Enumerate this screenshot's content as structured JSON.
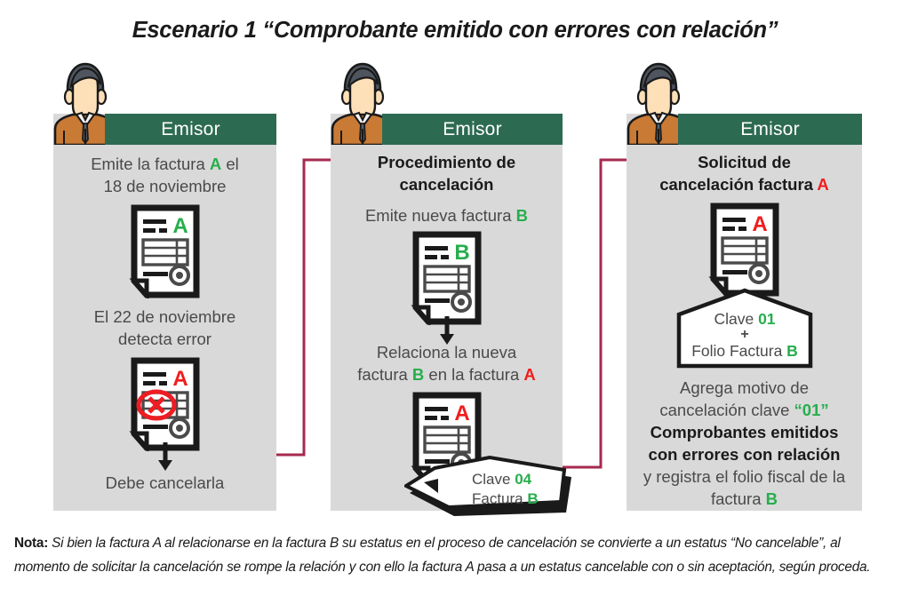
{
  "title": "Escenario 1 “Comprobante emitido con errores con relación”",
  "accent_colors": {
    "header_green": "#2d6a52",
    "column_bg": "#d9d9d9",
    "connector_crimson": "#a62a4f",
    "invoice_green": "#27ae4d",
    "invoice_red": "#f11c1c",
    "page_bg": "#ffffff"
  },
  "columns": [
    {
      "header": "Emisor",
      "avatar": "person-avatar-icon",
      "line1_pre": "Emite la factura ",
      "line1_mark": "A",
      "line1_post": " el",
      "line2": "18 de noviembre",
      "doc1": {
        "letter": "A",
        "letter_color": "green",
        "state": "normal"
      },
      "line3": "El 22 de noviembre",
      "line4": "detecta error",
      "doc2": {
        "letter": "A",
        "letter_color": "red",
        "state": "error"
      },
      "line5": "Debe cancelarla"
    },
    {
      "header": "Emisor",
      "avatar": "person-avatar-icon",
      "title1": "Procedimiento de",
      "title2": "cancelación",
      "line1_pre": "Emite nueva factura ",
      "line1_mark": "B",
      "doc1": {
        "letter": "B",
        "letter_color": "green",
        "state": "normal"
      },
      "line2": "Relaciona la nueva",
      "line3_pre": "factura ",
      "line3_mark": "B",
      "line3_mid": " en la factura ",
      "line3_mark2": "A",
      "doc2": {
        "letter": "A",
        "letter_color": "red",
        "state": "normal"
      },
      "tag": {
        "row1_label": "Clave ",
        "row1_value": "04",
        "row2_label": "Factura ",
        "row2_value": "B"
      }
    },
    {
      "header": "Emisor",
      "avatar": "person-avatar-icon",
      "title1": "Solicitud de",
      "title2_pre": "cancelación factura ",
      "title2_mark": "A",
      "doc1": {
        "letter": "A",
        "letter_color": "red",
        "state": "normal"
      },
      "pentagon": {
        "row1_label": "Clave ",
        "row1_value": "01",
        "plus": "+",
        "row3_label": "Folio Factura ",
        "row3_value": "B"
      },
      "line1": "Agrega motivo de",
      "line2_pre": "cancelación clave ",
      "line2_mark": "“01”",
      "bold1": "Comprobantes emitidos",
      "bold2": "con errores con relación",
      "line3": "y registra el folio fiscal de la",
      "line4_pre": "factura ",
      "line4_mark": "B"
    }
  ],
  "note": {
    "label": "Nota:",
    "text": " Si bien la factura A al relacionarse en la factura B su estatus en el proceso de cancelación se convierte a un estatus “No cancelable”, al momento de solicitar la cancelación se rompe la relación y con ello la factura A pasa a un estatus cancelable con o sin aceptación, según proceda."
  }
}
